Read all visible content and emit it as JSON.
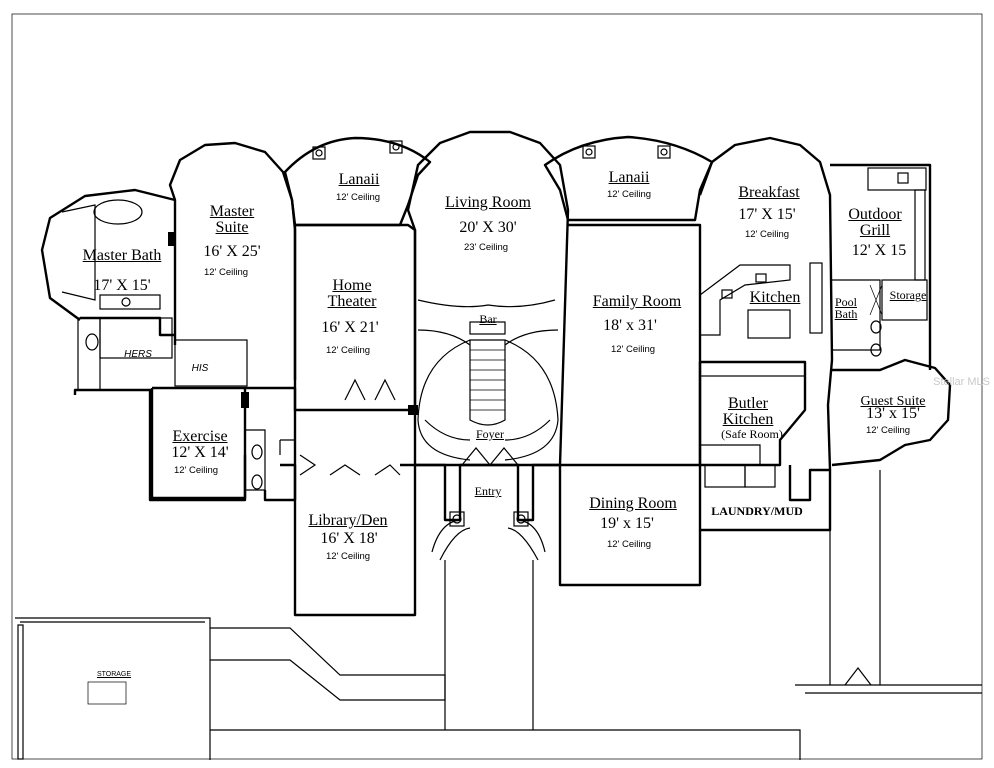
{
  "rooms": {
    "master_bath": {
      "name": "Master Bath",
      "size": "17' X 15'"
    },
    "master_suite": {
      "name": "Master Suite",
      "size": "16' X 25'",
      "ceiling": "12' Ceiling"
    },
    "lanai_left": {
      "name": "Lanaii",
      "ceiling": "12' Ceiling"
    },
    "living_room": {
      "name": "Living Room",
      "size": "20' X 30'",
      "ceiling": "23' Ceiling"
    },
    "lanai_right": {
      "name": "Lanaii",
      "ceiling": "12' Ceiling"
    },
    "breakfast": {
      "name": "Breakfast",
      "size": "17' X 15'",
      "ceiling": "12' Ceiling"
    },
    "outdoor_grill": {
      "name": "Outdoor Grill",
      "size": "12' X 15"
    },
    "home_theater": {
      "name": "Home Theater",
      "size": "16' X 21'",
      "ceiling": "12' Ceiling"
    },
    "family_room": {
      "name": "Family Room",
      "size": "18' x 31'",
      "ceiling": "12' Ceiling"
    },
    "kitchen": {
      "name": "Kitchen"
    },
    "pool_bath": {
      "name": "Pool Bath"
    },
    "storage_small": {
      "name": "Storage"
    },
    "bar": {
      "name": "Bar"
    },
    "hers": {
      "name": "HERS"
    },
    "his": {
      "name": "HIS"
    },
    "exercise": {
      "name": "Exercise",
      "size": "12' X 14'",
      "ceiling": "12' Ceiling"
    },
    "foyer": {
      "name": "Foyer"
    },
    "entry": {
      "name": "Entry"
    },
    "butler_kitchen": {
      "name": "Butler Kitchen",
      "note": "(Safe Room)"
    },
    "guest_suite": {
      "name": "Guest Suite",
      "size": "13' x 15'",
      "ceiling": "12' Ceiling"
    },
    "library_den": {
      "name": "Library/Den",
      "size": "16' X 18'",
      "ceiling": "12' Ceiling"
    },
    "dining_room": {
      "name": "Dining Room",
      "size": "19' x 15'",
      "ceiling": "12' Ceiling"
    },
    "laundry_mud": {
      "name": "LAUNDRY/MUD"
    },
    "storage_garage": {
      "name": "STORAGE"
    }
  },
  "watermark": "Stellar MLS",
  "colors": {
    "line": "#000000",
    "background": "#ffffff"
  }
}
